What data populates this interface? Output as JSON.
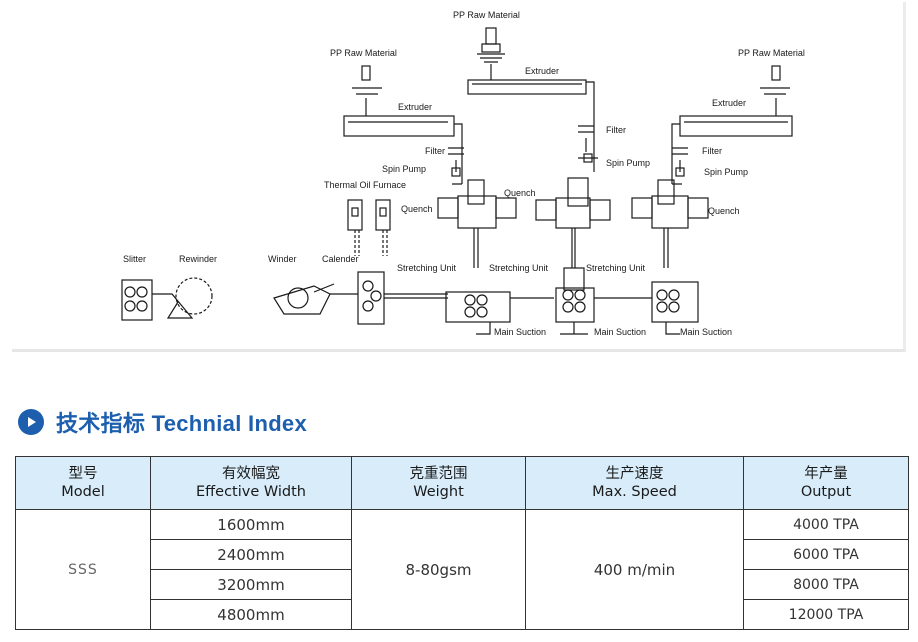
{
  "diagram": {
    "labels": {
      "pp_raw_material_center": "PP Raw Material",
      "pp_raw_material_left": "PP Raw Material",
      "pp_raw_material_right": "PP Raw Material",
      "extruder_center": "Extruder",
      "extruder_left": "Extruder",
      "extruder_right": "Extruder",
      "filter_left": "Filter",
      "filter_center": "Filter",
      "filter_right": "Filter",
      "spin_pump_left": "Spin Pump",
      "spin_pump_center": "Spin Pump",
      "spin_pump_right": "Spin Pump",
      "thermal_oil_furnace": "Thermal Oil Furnace",
      "quench_left": "Quench",
      "quench_center": "Quench",
      "quench_right": "Quench",
      "slitter": "Slitter",
      "rewinder": "Rewinder",
      "winder": "Winder",
      "calender": "Calender",
      "stretching_unit_left": "Stretching Unit",
      "stretching_unit_center": "Stretching Unit",
      "stretching_unit_right": "Stretching Unit",
      "main_suction_left": "Main Suction",
      "main_suction_center": "Main Suction",
      "main_suction_right": "Main Suction"
    }
  },
  "section": {
    "icon": "play-circle-icon",
    "title": "技术指标 Technial Index",
    "accent_color": "#1d5fae"
  },
  "table": {
    "header_bg": "#d8ecfa",
    "headers": [
      {
        "cn": "型号",
        "en": "Model"
      },
      {
        "cn": "有效幅宽",
        "en": "Effective Width"
      },
      {
        "cn": "克重范围",
        "en": "Weight"
      },
      {
        "cn": "生产速度",
        "en": "Max. Speed"
      },
      {
        "cn": "年产量",
        "en": "Output"
      }
    ],
    "model": "SSS",
    "widths": [
      "1600mm",
      "2400mm",
      "3200mm",
      "4800mm"
    ],
    "weight": "8-80gsm",
    "speed": "400 m/min",
    "outputs": [
      "4000 TPA",
      "6000 TPA",
      "8000 TPA",
      "12000 TPA"
    ]
  }
}
